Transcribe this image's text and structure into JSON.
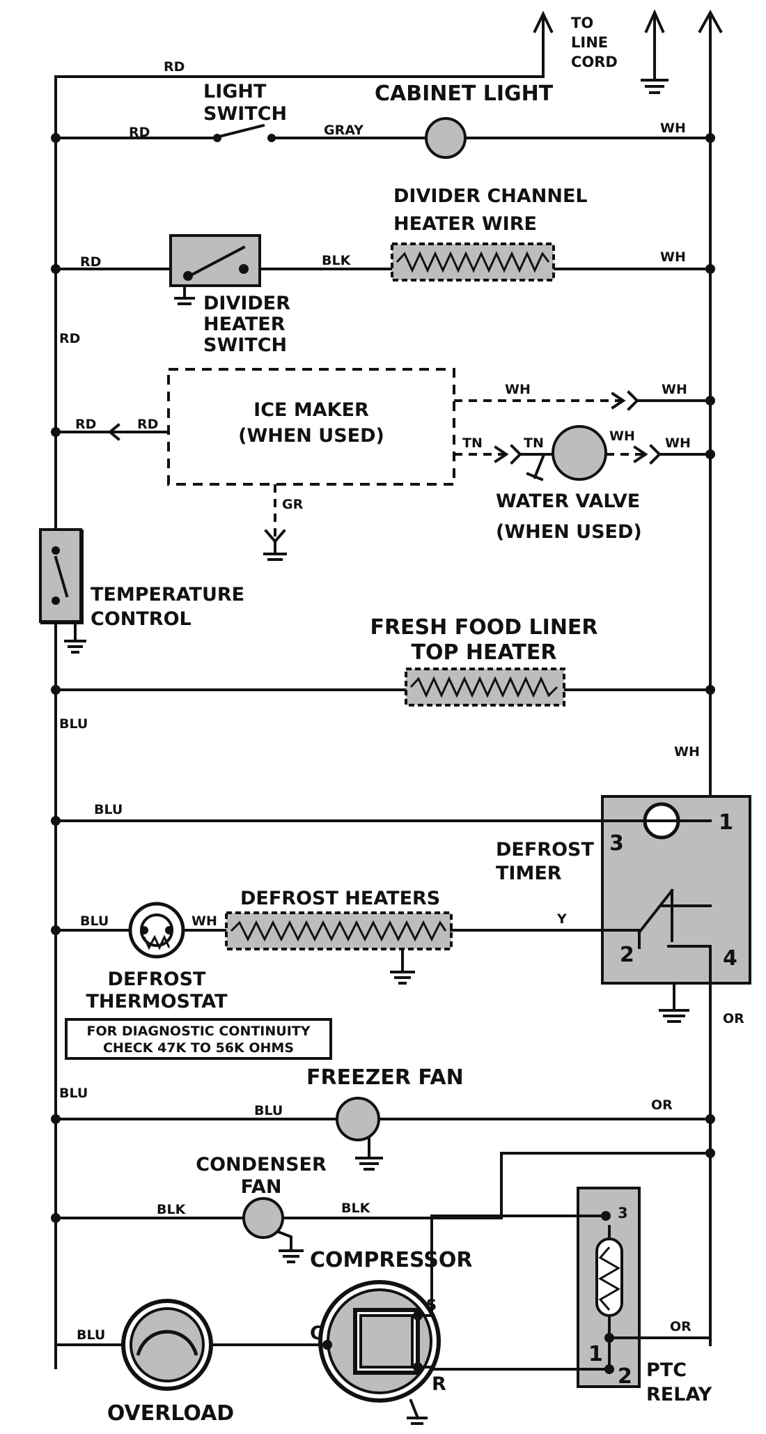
{
  "top": {
    "line_cord": [
      "TO",
      "LINE",
      "CORD"
    ]
  },
  "wires": {
    "rd": "RD",
    "wh": "WH",
    "gray": "GRAY",
    "blk": "BLK",
    "gr": "GR",
    "tn": "TN",
    "blu": "BLU",
    "y": "Y",
    "or": "OR"
  },
  "components": {
    "light_switch": [
      "LIGHT",
      "SWITCH"
    ],
    "cabinet_light": "CABINET LIGHT",
    "divider_channel_heater": [
      "DIVIDER CHANNEL",
      "HEATER WIRE"
    ],
    "divider_heater_switch": [
      "DIVIDER",
      "HEATER",
      "SWITCH"
    ],
    "ice_maker": [
      "ICE MAKER",
      "(WHEN USED)"
    ],
    "water_valve": [
      "WATER VALVE",
      "(WHEN USED)"
    ],
    "temperature_control": [
      "TEMPERATURE",
      "CONTROL"
    ],
    "fresh_food_heater": [
      "FRESH FOOD LINER",
      "TOP HEATER"
    ],
    "defrost_timer": [
      "DEFROST",
      "TIMER"
    ],
    "timer_terminals": [
      "1",
      "2",
      "3",
      "4"
    ],
    "defrost_heaters": "DEFROST HEATERS",
    "defrost_thermostat": [
      "DEFROST",
      "THERMOSTAT"
    ],
    "diagnostic_note": [
      "FOR DIAGNOSTIC CONTINUITY",
      "CHECK 47K TO 56K OHMS"
    ],
    "freezer_fan": "FREEZER FAN",
    "condenser_fan": [
      "CONDENSER",
      "FAN"
    ],
    "compressor": "COMPRESSOR",
    "compressor_terminals": [
      "C",
      "S",
      "R"
    ],
    "overload": "OVERLOAD",
    "ptc_relay": [
      "PTC",
      "RELAY"
    ],
    "relay_terminals": [
      "3",
      "1",
      "2"
    ]
  }
}
